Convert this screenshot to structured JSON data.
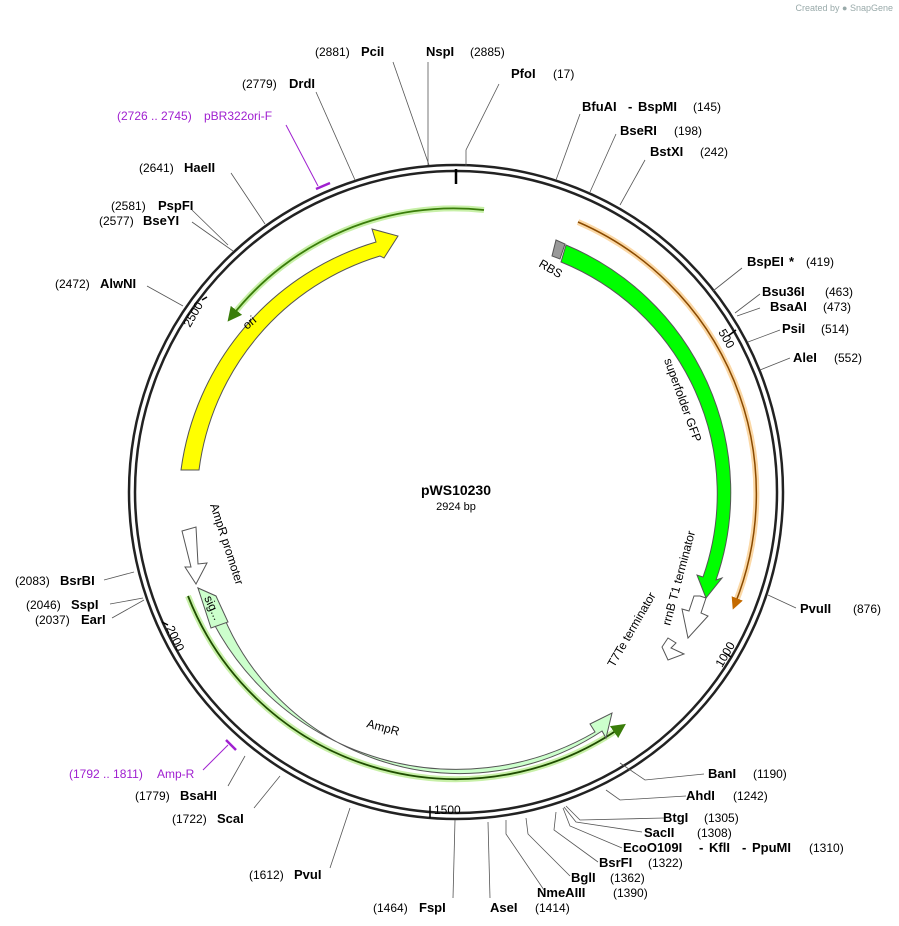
{
  "credit": {
    "prefix": "Created by",
    "brand": "SnapGene"
  },
  "plasmid": {
    "name": "pWS10230",
    "length_label": "2924 bp",
    "length": 2924
  },
  "ticks": [
    "500",
    "1000",
    "1500",
    "2000",
    "2500"
  ],
  "primers": [
    {
      "label": "pBR322ori-F",
      "pos": "(2726 .. 2745)"
    },
    {
      "label": "Amp-R",
      "pos": "(1792 .. 1811)"
    }
  ],
  "enzymes": [
    {
      "name": "PciI",
      "pos": "(2881)"
    },
    {
      "name": "NspI",
      "pos": "(2885)"
    },
    {
      "name": "PfoI",
      "pos": "(17)"
    },
    {
      "name": "DrdI",
      "pos": "(2779)"
    },
    {
      "name": "BfuAI",
      "pos": "(145)"
    },
    {
      "name": "BspMI",
      "pos": ""
    },
    {
      "name": "BseRI",
      "pos": "(198)"
    },
    {
      "name": "BstXI",
      "pos": "(242)"
    },
    {
      "name": "HaeII",
      "pos": "(2641)"
    },
    {
      "name": "PspFI",
      "pos": "(2581)"
    },
    {
      "name": "BseYI",
      "pos": "(2577)"
    },
    {
      "name": "BspEI",
      "pos": "(419)"
    },
    {
      "name": "Bsu36I",
      "pos": "(463)"
    },
    {
      "name": "BsaAI",
      "pos": "(473)"
    },
    {
      "name": "PsiI",
      "pos": "(514)"
    },
    {
      "name": "AleI",
      "pos": "(552)"
    },
    {
      "name": "AlwNI",
      "pos": "(2472)"
    },
    {
      "name": "PvuII",
      "pos": "(876)"
    },
    {
      "name": "BsrBI",
      "pos": "(2083)"
    },
    {
      "name": "SspI",
      "pos": "(2046)"
    },
    {
      "name": "EarI",
      "pos": "(2037)"
    },
    {
      "name": "BanI",
      "pos": "(1190)"
    },
    {
      "name": "AhdI",
      "pos": "(1242)"
    },
    {
      "name": "BtgI",
      "pos": "(1305)"
    },
    {
      "name": "SacII",
      "pos": "(1308)"
    },
    {
      "name": "EcoO109I",
      "pos": ""
    },
    {
      "name": "KflI",
      "pos": ""
    },
    {
      "name": "PpuMI",
      "pos": "(1310)"
    },
    {
      "name": "BsrFI",
      "pos": "(1322)"
    },
    {
      "name": "BglI",
      "pos": "(1362)"
    },
    {
      "name": "NmeAIII",
      "pos": "(1390)"
    },
    {
      "name": "AseI",
      "pos": "(1414)"
    },
    {
      "name": "FspI",
      "pos": "(1464)"
    },
    {
      "name": "PvuI",
      "pos": "(1612)"
    },
    {
      "name": "ScaI",
      "pos": "(1722)"
    },
    {
      "name": "BsaHI",
      "pos": "(1779)"
    }
  ],
  "features": {
    "ori": "ori",
    "rbs": "RBS",
    "gfp": "superfolder GFP",
    "rrnb": "rrnB T1 terminator",
    "t7te": "T7Te terminator",
    "amp_promoter": "AmpR promoter",
    "sig": "sig...",
    "ampr": "AmpR"
  },
  "colors": {
    "ori": "#ffff00",
    "gfp": "#00ff00",
    "ampr": "#ccffcc",
    "orange": "#f5a623",
    "primer": "#a020d0",
    "green_line": "#3a7d0a"
  }
}
